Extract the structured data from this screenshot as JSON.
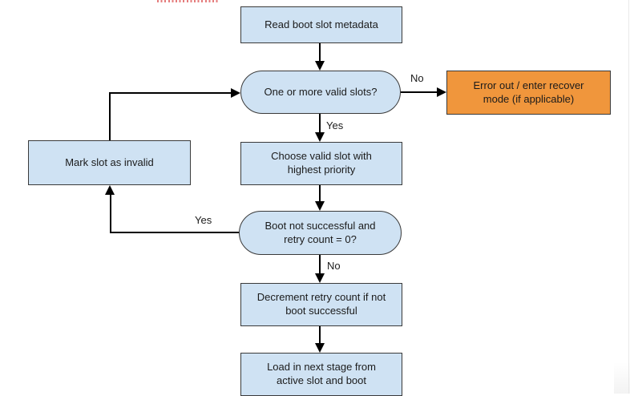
{
  "colors": {
    "node_fill": "#cfe2f3",
    "node_border": "#3a3a3a",
    "error_fill": "#f0963c",
    "arrow": "#000000",
    "text": "#1b1b1b",
    "red_marks": "#e57d7d"
  },
  "nodes": {
    "read": {
      "label": "Read boot slot metadata",
      "type": "process"
    },
    "valid_slots": {
      "label": "One or more valid slots?",
      "type": "decision"
    },
    "error": {
      "label": "Error out / enter recover mode (if applicable)",
      "type": "terminator"
    },
    "choose": {
      "label": "Choose valid slot with highest priority",
      "type": "process"
    },
    "mark_invalid": {
      "label": "Mark slot as invalid",
      "type": "process"
    },
    "boot_check": {
      "label": "Boot not successful and retry count = 0?",
      "type": "decision"
    },
    "decrement": {
      "label": "Decrement retry count if not boot successful",
      "type": "process"
    },
    "load": {
      "label": "Load in next stage from active slot and boot",
      "type": "process"
    }
  },
  "edge_labels": {
    "valid_slots_no": "No",
    "valid_slots_yes": "Yes",
    "boot_check_yes": "Yes",
    "boot_check_no": "No"
  }
}
